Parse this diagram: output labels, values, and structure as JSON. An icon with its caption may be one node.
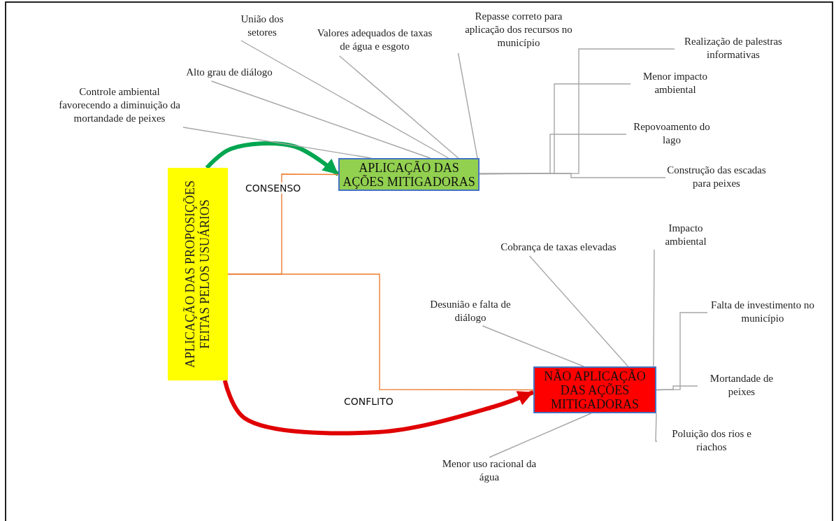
{
  "diagram": {
    "nodes": [
      {
        "text": [
          "APLICAÇÃO DAS PROPOSIÇÕES FEITAS PELOS USUÁRIOS"
        ]
      },
      {
        "text": [
          "APLICAÇÃO DAS AÇÕES MITIGADORAS"
        ]
      },
      {
        "text": [
          "NÃO APLICAÇÃO DAS AÇÕES MITIGADORAS"
        ]
      },
      {
        "text": [
          "Controle ambiental favorecendo a diminuição da mortandade de peixes"
        ]
      },
      {
        "text": [
          "Alto grau de diálogo"
        ]
      },
      {
        "text": [
          "União dos setores"
        ]
      },
      {
        "text": [
          "Valores adequados de taxas de água e esgoto"
        ]
      },
      {
        "text": [
          "Repasse correto para aplicação dos recursos no município"
        ]
      },
      {
        "text": [
          "Realização de palestras informativas"
        ]
      },
      {
        "text": [
          "Menor impacto ambiental"
        ]
      },
      {
        "text": [
          "Repovoamento do lago"
        ]
      },
      {
        "text": [
          "Construção das escadas para peixes"
        ]
      },
      {
        "text": [
          "Cobrança de taxas elevadas"
        ]
      },
      {
        "text": [
          "Impacto ambiental"
        ]
      },
      {
        "text": [
          "Desunião e falta de diálogo"
        ]
      },
      {
        "text": [
          "Falta de investimento no município"
        ]
      },
      {
        "text": [
          "Mortandade de peixes"
        ]
      },
      {
        "text": [
          "Poluição dos rios e riachos"
        ]
      },
      {
        "text": [
          "Menor uso racional da água"
        ]
      }
    ],
    "edges": [
      {
        "from": 0,
        "to": 1,
        "arrow": "to",
        "style": "thick",
        "color": "#00a650"
      },
      {
        "from": 0,
        "to": 2,
        "arrow": "to",
        "style": "thick",
        "color": "#e00000"
      },
      {
        "from": 0,
        "to": 1,
        "arrow": "none",
        "label": "CONSENSO",
        "color": "#ed7d31"
      },
      {
        "from": 0,
        "to": 2,
        "arrow": "none",
        "label": "CONFLITO",
        "color": "#ed7d31"
      },
      {
        "from": 1,
        "to": 3,
        "arrow": "none"
      },
      {
        "from": 1,
        "to": 4,
        "arrow": "none"
      },
      {
        "from": 1,
        "to": 5,
        "arrow": "none"
      },
      {
        "from": 1,
        "to": 6,
        "arrow": "none"
      },
      {
        "from": 1,
        "to": 7,
        "arrow": "none"
      },
      {
        "from": 1,
        "to": 8,
        "arrow": "none"
      },
      {
        "from": 1,
        "to": 9,
        "arrow": "none"
      },
      {
        "from": 1,
        "to": 10,
        "arrow": "none"
      },
      {
        "from": 1,
        "to": 11,
        "arrow": "none"
      },
      {
        "from": 2,
        "to": 12,
        "arrow": "none"
      },
      {
        "from": 2,
        "to": 13,
        "arrow": "none"
      },
      {
        "from": 2,
        "to": 14,
        "arrow": "none"
      },
      {
        "from": 2,
        "to": 15,
        "arrow": "none"
      },
      {
        "from": 2,
        "to": 16,
        "arrow": "none"
      },
      {
        "from": 2,
        "to": 17,
        "arrow": "none"
      },
      {
        "from": 2,
        "to": 18,
        "arrow": "none"
      }
    ]
  }
}
